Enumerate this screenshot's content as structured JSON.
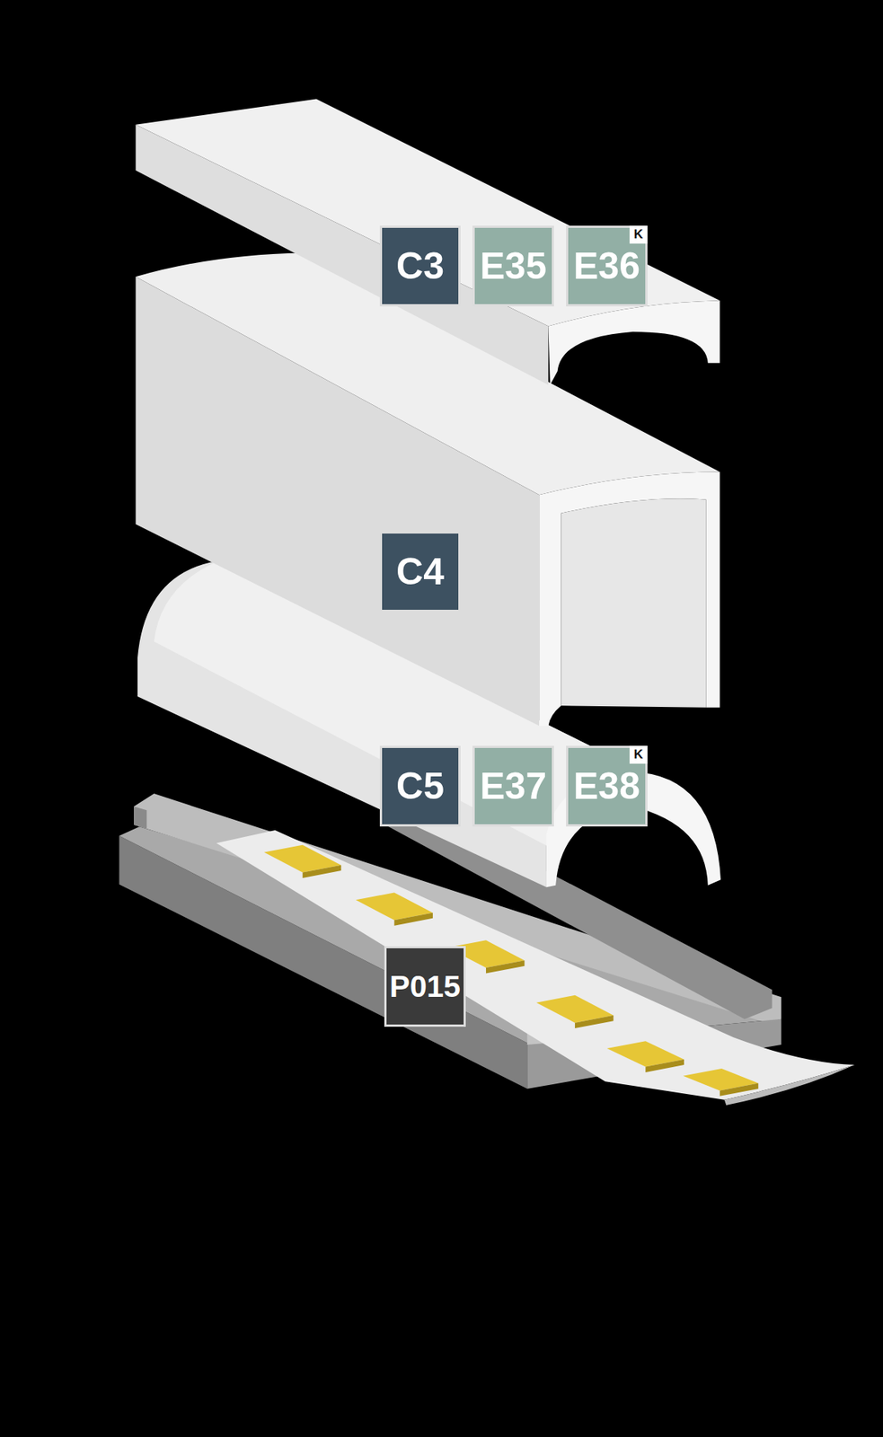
{
  "diagram": {
    "nodes": [
      {
        "text": [
          "C3"
        ]
      },
      {
        "text": [
          "E35"
        ]
      },
      {
        "text": [
          "E36",
          "K"
        ]
      },
      {
        "text": [
          "C4"
        ]
      },
      {
        "text": [
          "C5"
        ]
      },
      {
        "text": [
          "E37"
        ]
      },
      {
        "text": [
          "E38",
          "K"
        ]
      },
      {
        "text": [
          "P015"
        ]
      }
    ]
  }
}
